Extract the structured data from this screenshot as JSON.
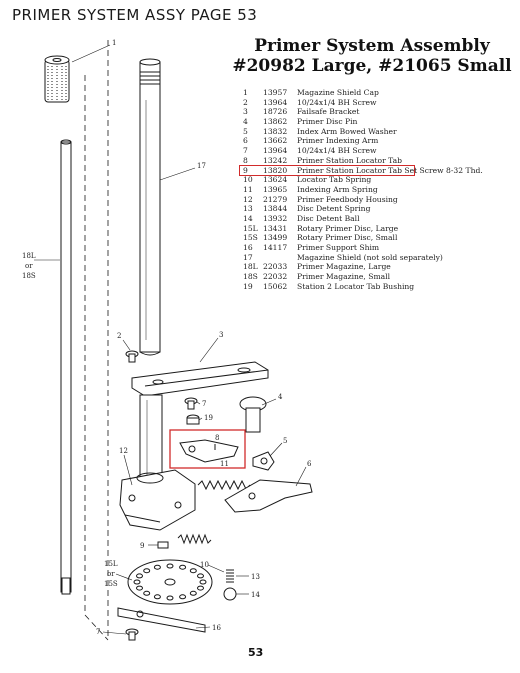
{
  "header": {
    "text": "PRIMER SYSTEM ASSY PAGE 53"
  },
  "title": {
    "line1": "Primer System Assembly",
    "line2": "#20982 Large, #21065 Small"
  },
  "parts": [
    {
      "num": "1",
      "pn": "13957",
      "desc": "Magazine Shield Cap"
    },
    {
      "num": "2",
      "pn": "13964",
      "desc": "10/24x1/4 BH Screw"
    },
    {
      "num": "3",
      "pn": "18726",
      "desc": "Failsafe Bracket"
    },
    {
      "num": "4",
      "pn": "13862",
      "desc": "Primer Disc Pin"
    },
    {
      "num": "5",
      "pn": "13832",
      "desc": "Index Arm Bowed Washer"
    },
    {
      "num": "6",
      "pn": "13662",
      "desc": "Primer Indexing Arm"
    },
    {
      "num": "7",
      "pn": "13964",
      "desc": "10/24x1/4 BH Screw"
    },
    {
      "num": "8",
      "pn": "13242",
      "desc": "Primer Station Locator Tab"
    },
    {
      "num": "9",
      "pn": "13820",
      "desc": "Primer Station Locator Tab Set Screw 8-32 Thd."
    },
    {
      "num": "10",
      "pn": "13624",
      "desc": "Locator Tab Spring"
    },
    {
      "num": "11",
      "pn": "13965",
      "desc": "Indexing Arm Spring"
    },
    {
      "num": "12",
      "pn": "21279",
      "desc": "Primer Feedbody Housing"
    },
    {
      "num": "13",
      "pn": "13844",
      "desc": "Disc Detent Spring"
    },
    {
      "num": "14",
      "pn": "13932",
      "desc": "Disc Detent Ball"
    },
    {
      "num": "15L",
      "pn": "13431",
      "desc": "Rotary Primer Disc, Large"
    },
    {
      "num": "15S",
      "pn": "13499",
      "desc": "Rotary Primer Disc, Small"
    },
    {
      "num": "16",
      "pn": "14117",
      "desc": "Primer Support Shim"
    },
    {
      "num": "17",
      "pn": "",
      "desc": "Magazine Shield (not sold separately)"
    },
    {
      "num": "18L",
      "pn": "22033",
      "desc": "Primer Magazine, Large"
    },
    {
      "num": "18S",
      "pn": "22032",
      "desc": "Primer Magazine, Small"
    },
    {
      "num": "19",
      "pn": "15062",
      "desc": "Station 2 Locator Tab Bushing"
    }
  ],
  "callouts": {
    "c1": "1",
    "c2": "2",
    "c3": "3",
    "c4": "4",
    "c5": "5",
    "c6": "6",
    "c7a": "7",
    "c7b": "7",
    "c8": "8",
    "c9": "9",
    "c10": "10",
    "c11": "11",
    "c12": "12",
    "c13": "13",
    "c14": "14",
    "c15l": "15L",
    "c15or": "or",
    "c15s": "15S",
    "c16": "16",
    "c17": "17",
    "c18l": "18L",
    "c18or": "or",
    "c18s": "18S",
    "c19": "19"
  },
  "highlight_color": "#d12b2b",
  "page_number": "53"
}
